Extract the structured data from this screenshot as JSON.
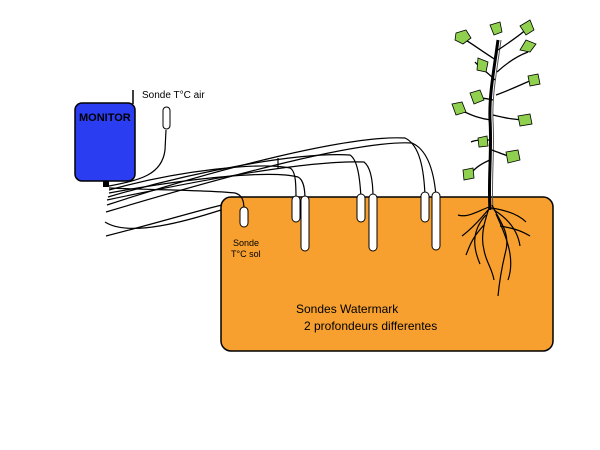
{
  "monitor": {
    "label": "MONITOR",
    "color": "#2a3df0"
  },
  "air_probe": {
    "label": "Sonde T°C air"
  },
  "soil_temp_probe": {
    "line1": "Sonde",
    "line2": "T°C sol"
  },
  "watermark": {
    "line1": "Sondes Watermark",
    "line2": "2 profondeurs differentes"
  },
  "colors": {
    "soil": "#f7a02f",
    "leaf": "#8fd14f",
    "cable": "#000000",
    "probe": "#ffffff"
  }
}
